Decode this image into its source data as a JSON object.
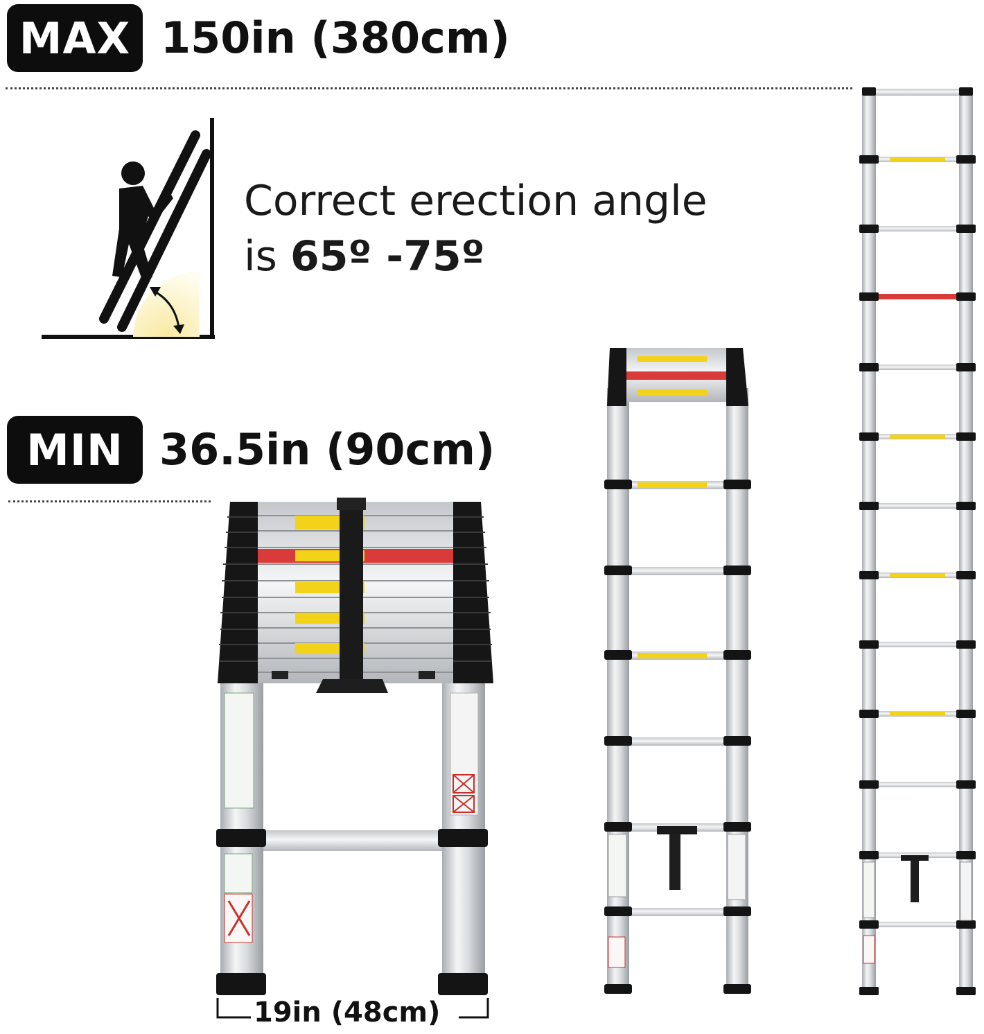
{
  "max": {
    "badge": "MAX",
    "value": "150in (380cm)"
  },
  "min": {
    "badge": "MIN",
    "value": "36.5in (90cm)"
  },
  "angle": {
    "line1": "Correct erection angle",
    "prefix": "is ",
    "range": "65º -75º"
  },
  "width": "19in (48cm)",
  "colors": {
    "badge": "#0d0d0d",
    "aluminum": "#d8dbde",
    "warning_yellow": "#f3d21a",
    "warning_red": "#d93a3a",
    "angle_glow": "#fbf0b0"
  },
  "icons": [
    "climber-on-ladder-icon",
    "angle-arc-icon"
  ]
}
